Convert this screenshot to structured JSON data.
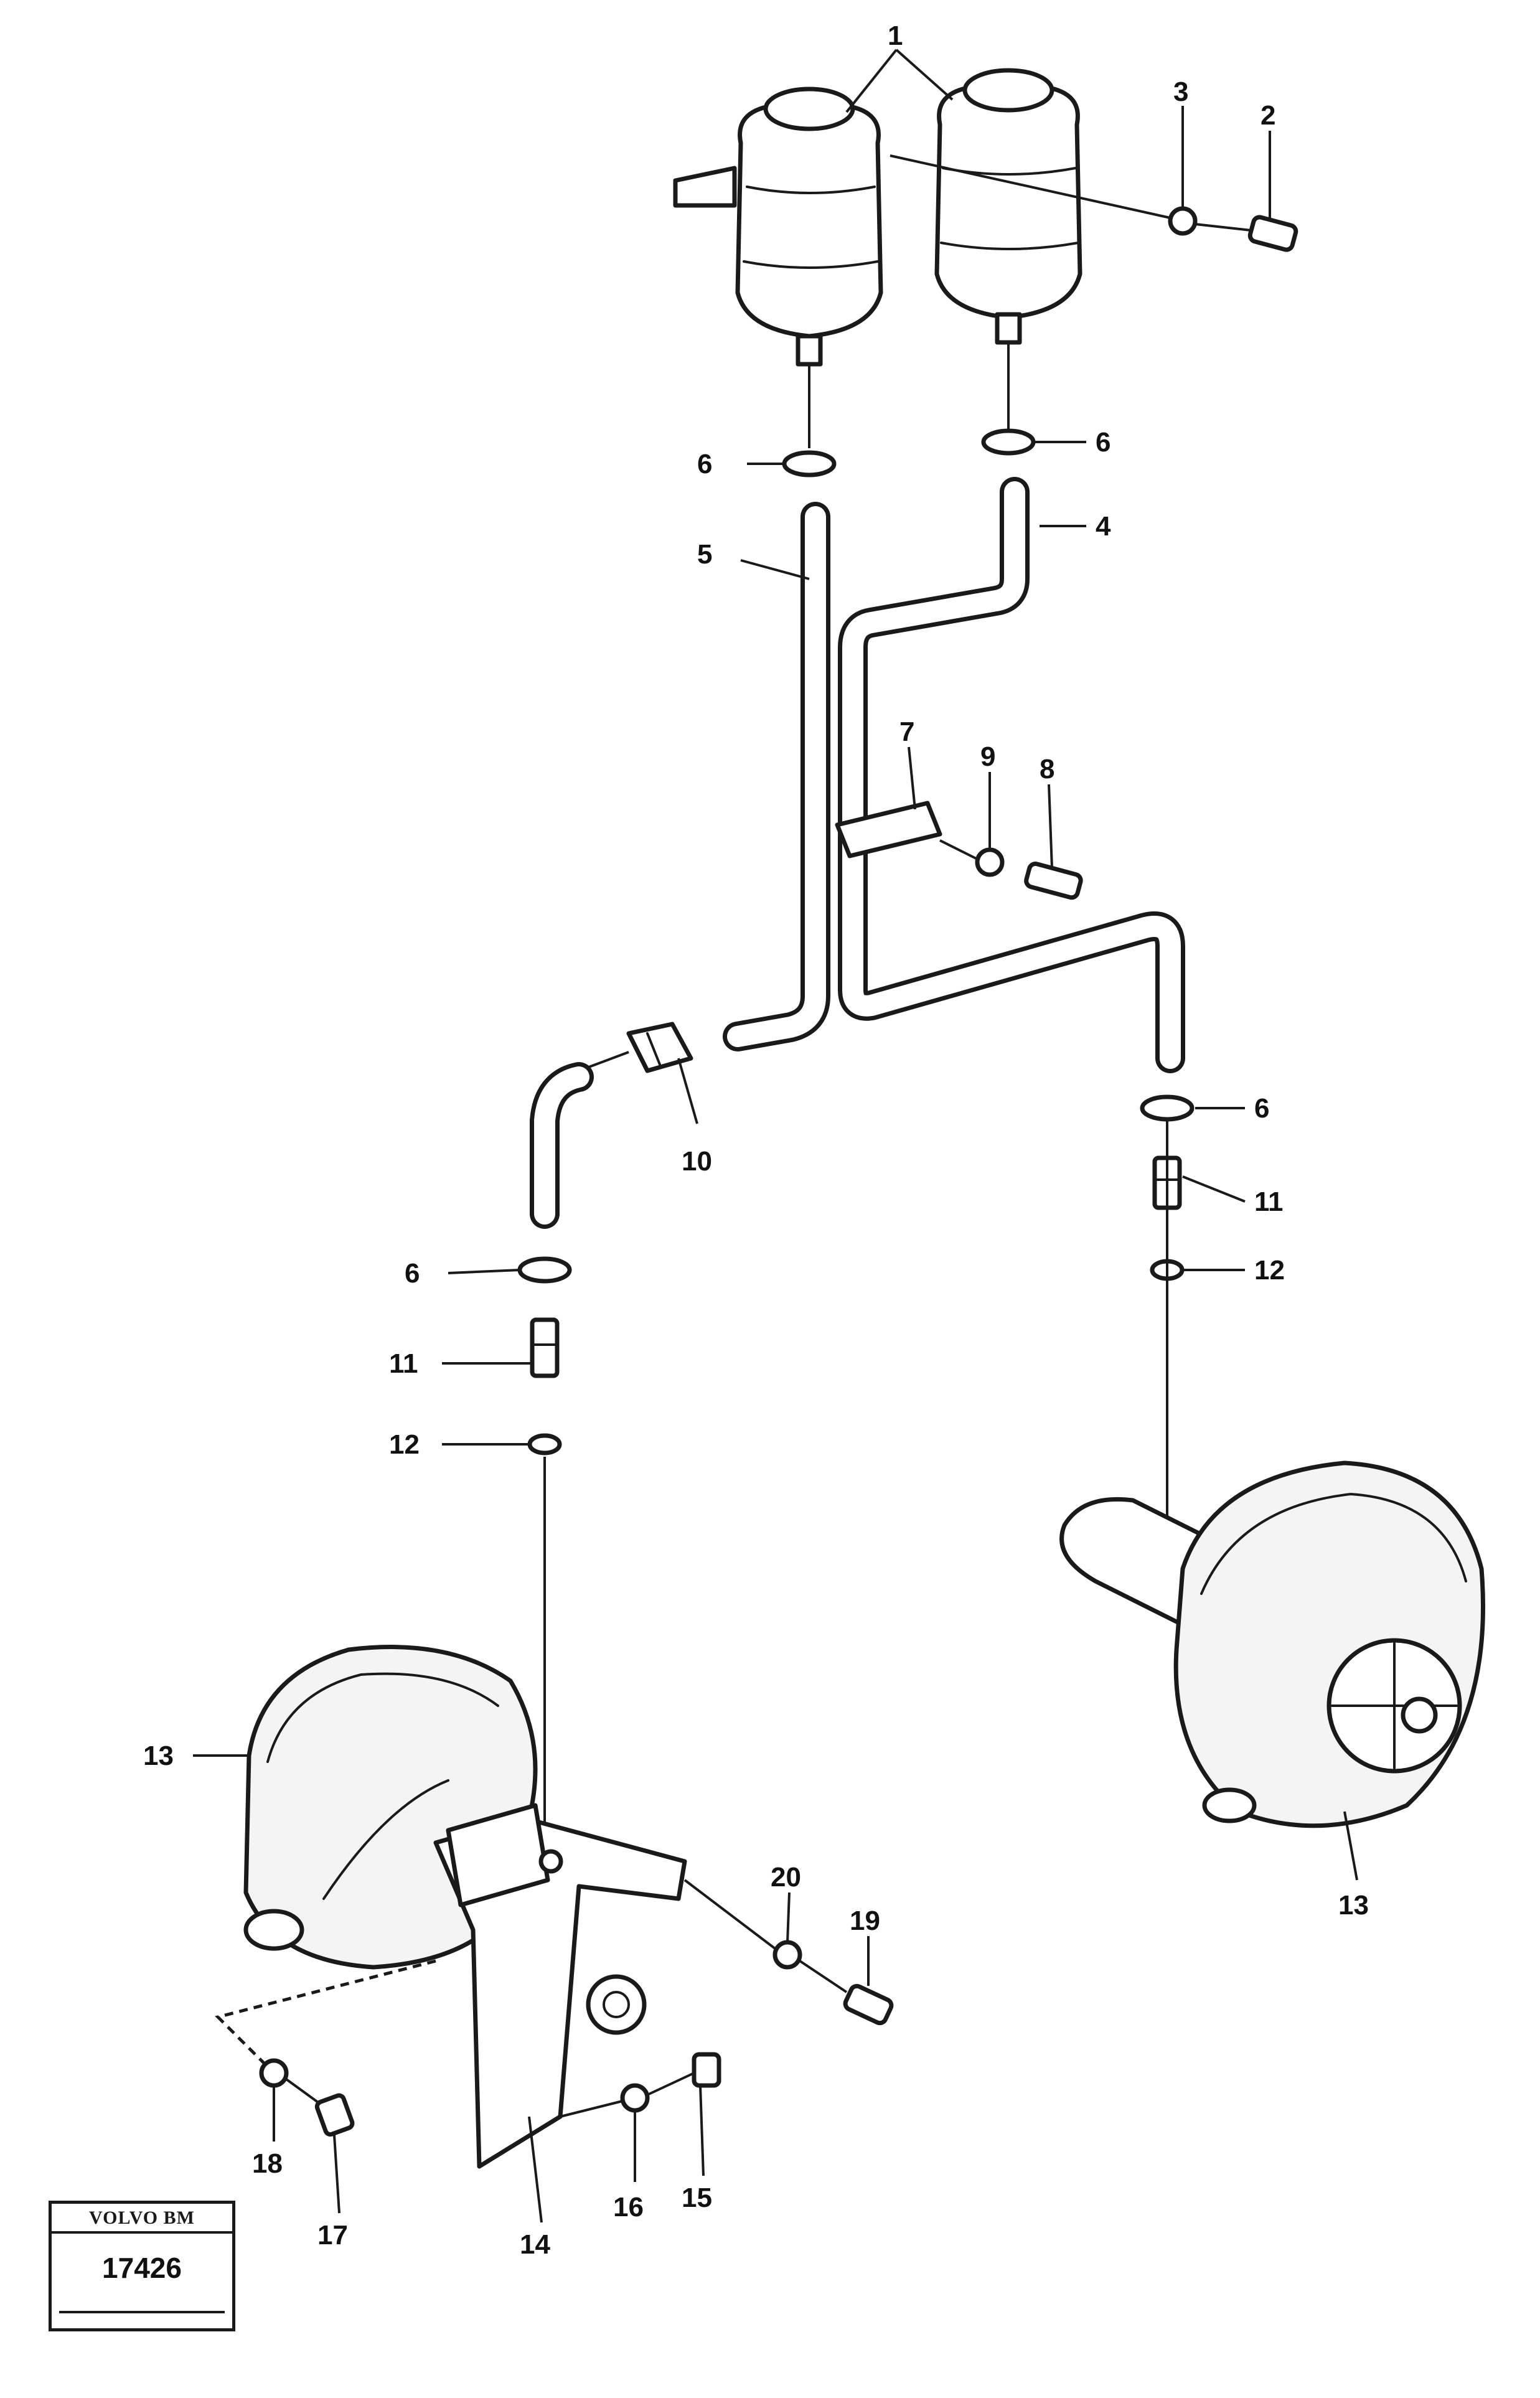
{
  "diagram": {
    "callouts": [
      "1",
      "2",
      "3",
      "4",
      "5",
      "6",
      "6",
      "6",
      "6",
      "7",
      "8",
      "9",
      "10",
      "11",
      "11",
      "12",
      "12",
      "13",
      "13",
      "14",
      "15",
      "16",
      "17",
      "18",
      "19",
      "20"
    ],
    "stamp": {
      "brand": "VOLVO BM",
      "number": "17426"
    }
  }
}
